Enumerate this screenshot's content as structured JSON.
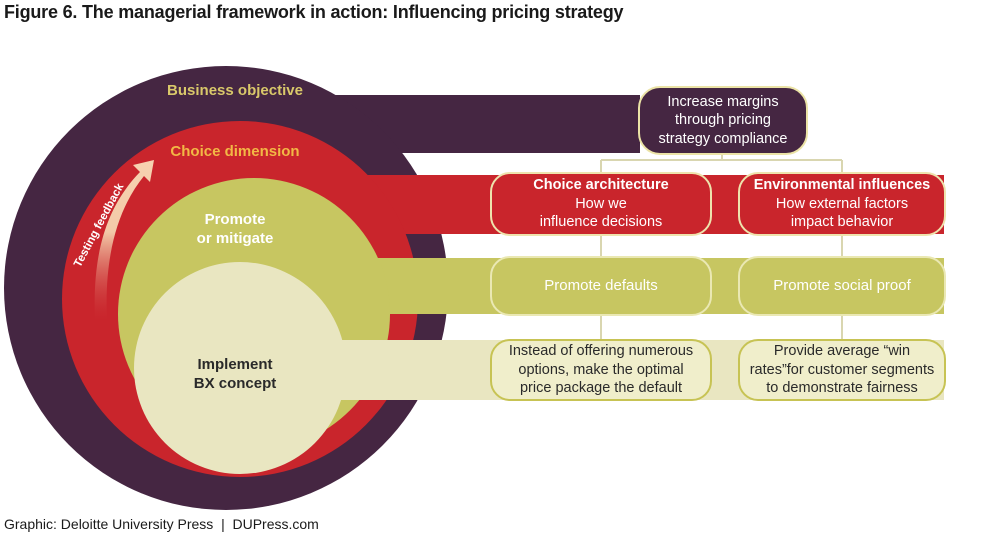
{
  "title": "Figure 6. The managerial framework in action: Influencing pricing strategy",
  "footer": "Graphic: Deloitte University Press  |  DUPress.com",
  "circles": {
    "business_objective": "Business objective",
    "choice_dimension": "Choice dimension",
    "promote_line1": "Promote",
    "promote_line2": "or mitigate",
    "implement_line1": "Implement",
    "implement_line2": "BX concept",
    "testing_feedback": "Testing feedback"
  },
  "boxes": {
    "objective": [
      "Increase margins",
      "through pricing",
      "strategy compliance"
    ],
    "choice_architecture": {
      "heading": "Choice architecture",
      "line1": "How we",
      "line2": "influence decisions"
    },
    "environmental_influences": {
      "heading": "Environmental influences",
      "line1": "How external factors",
      "line2": "impact behavior"
    },
    "promote_defaults": "Promote defaults",
    "promote_social_proof": "Promote social proof",
    "optimal_package": [
      "Instead of offering numerous",
      "options, make the optimal",
      "price package the default"
    ],
    "win_rates": [
      "Provide average “win",
      "rates”for customer segments",
      "to demonstrate fairness"
    ]
  },
  "colors": {
    "plum": "#452642",
    "red": "#c9252c",
    "olive": "#c7c661",
    "cream": "#e9e6c1",
    "gold_text": "#d9c86a",
    "orange_text": "#f2b845",
    "connector": "#d9d6b0"
  }
}
